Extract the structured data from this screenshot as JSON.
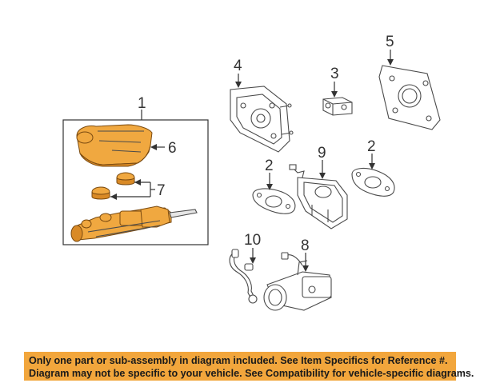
{
  "callouts": {
    "c1": "1",
    "c2a": "2",
    "c2b": "2",
    "c3": "3",
    "c4": "4",
    "c5": "5",
    "c6": "6",
    "c7": "7",
    "c8": "8",
    "c9": "9",
    "c10": "10"
  },
  "notice": {
    "line1": "Only one part or sub-assembly in diagram included. See Item Specifics for Reference #.",
    "line2": "Diagram may not be specific to your vehicle. See Compatibility for vehicle-specific diagrams."
  },
  "colors": {
    "highlight_part": "#f0a840",
    "notice_banner": "#f2a63c",
    "line_art": "#4a4a4a"
  }
}
